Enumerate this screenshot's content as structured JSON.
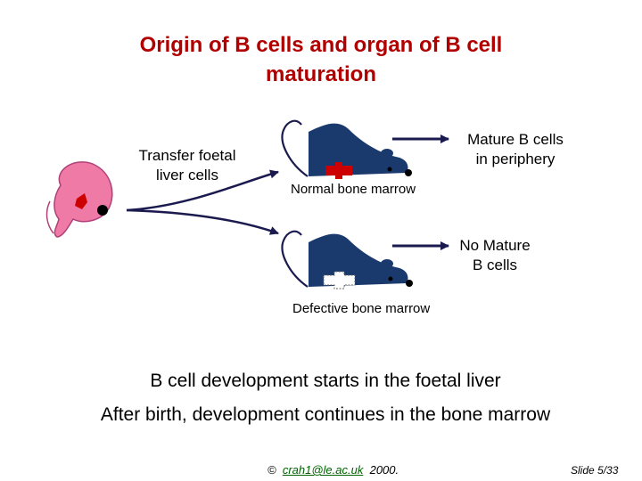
{
  "title": {
    "line1": "Origin of B cells and organ of B cell",
    "line2": "maturation"
  },
  "transfer_label": {
    "line1": "Transfer foetal",
    "line2": "liver cells"
  },
  "normal": {
    "result": {
      "line1": "Mature B cells",
      "line2": "in periphery"
    },
    "caption": "Normal bone marrow"
  },
  "defective": {
    "result": {
      "line1": "No Mature",
      "line2": "B cells"
    },
    "caption": "Defective bone marrow"
  },
  "statements": {
    "foetal_liver": "B cell development starts in the foetal liver",
    "bone_marrow": "After birth, development continues in the bone marrow"
  },
  "footer": {
    "copyright": "©",
    "email": "crah1@le.ac.uk",
    "year": "2000.",
    "slide": "Slide 5/33"
  },
  "colors": {
    "title": "#b00000",
    "mouse": "#1a3a6e",
    "arrow": "#1a1a4e",
    "embryo": "#f07aa6",
    "liver": "#cc0000",
    "normal_bone": "#cc0000",
    "defective_bone": "#ffffff",
    "link": "#006400"
  }
}
